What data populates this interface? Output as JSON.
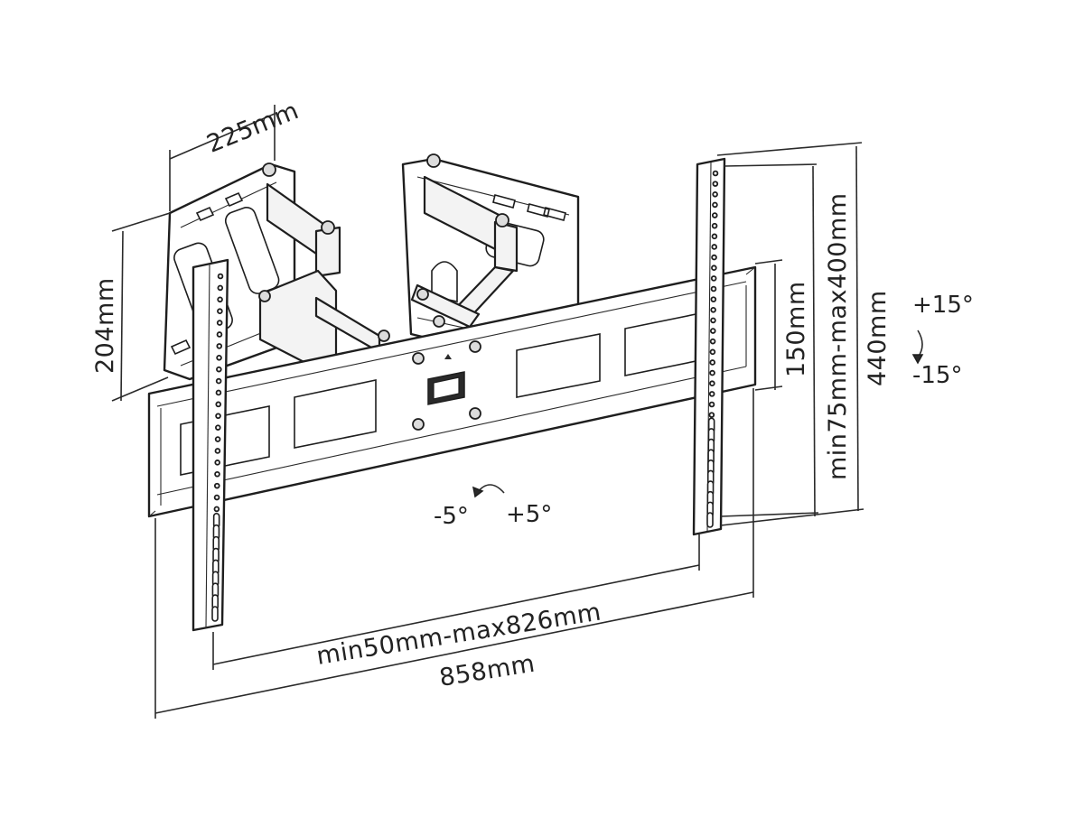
{
  "diagram": {
    "dimensions": {
      "wall_plate_width": "225mm",
      "wall_plate_height": "204mm",
      "vesa_horizontal": "min50mm-max826mm",
      "overall_width": "858mm",
      "rail_height": "150mm",
      "vesa_vertical": "min75mm-max400mm",
      "overall_height": "440mm"
    },
    "angles": {
      "tilt_up": "+15°",
      "tilt_down": "-15°",
      "swivel_left": "-5°",
      "swivel_right": "+5°"
    },
    "colors": {
      "line": "#1e1e1e",
      "background": "#ffffff"
    }
  }
}
